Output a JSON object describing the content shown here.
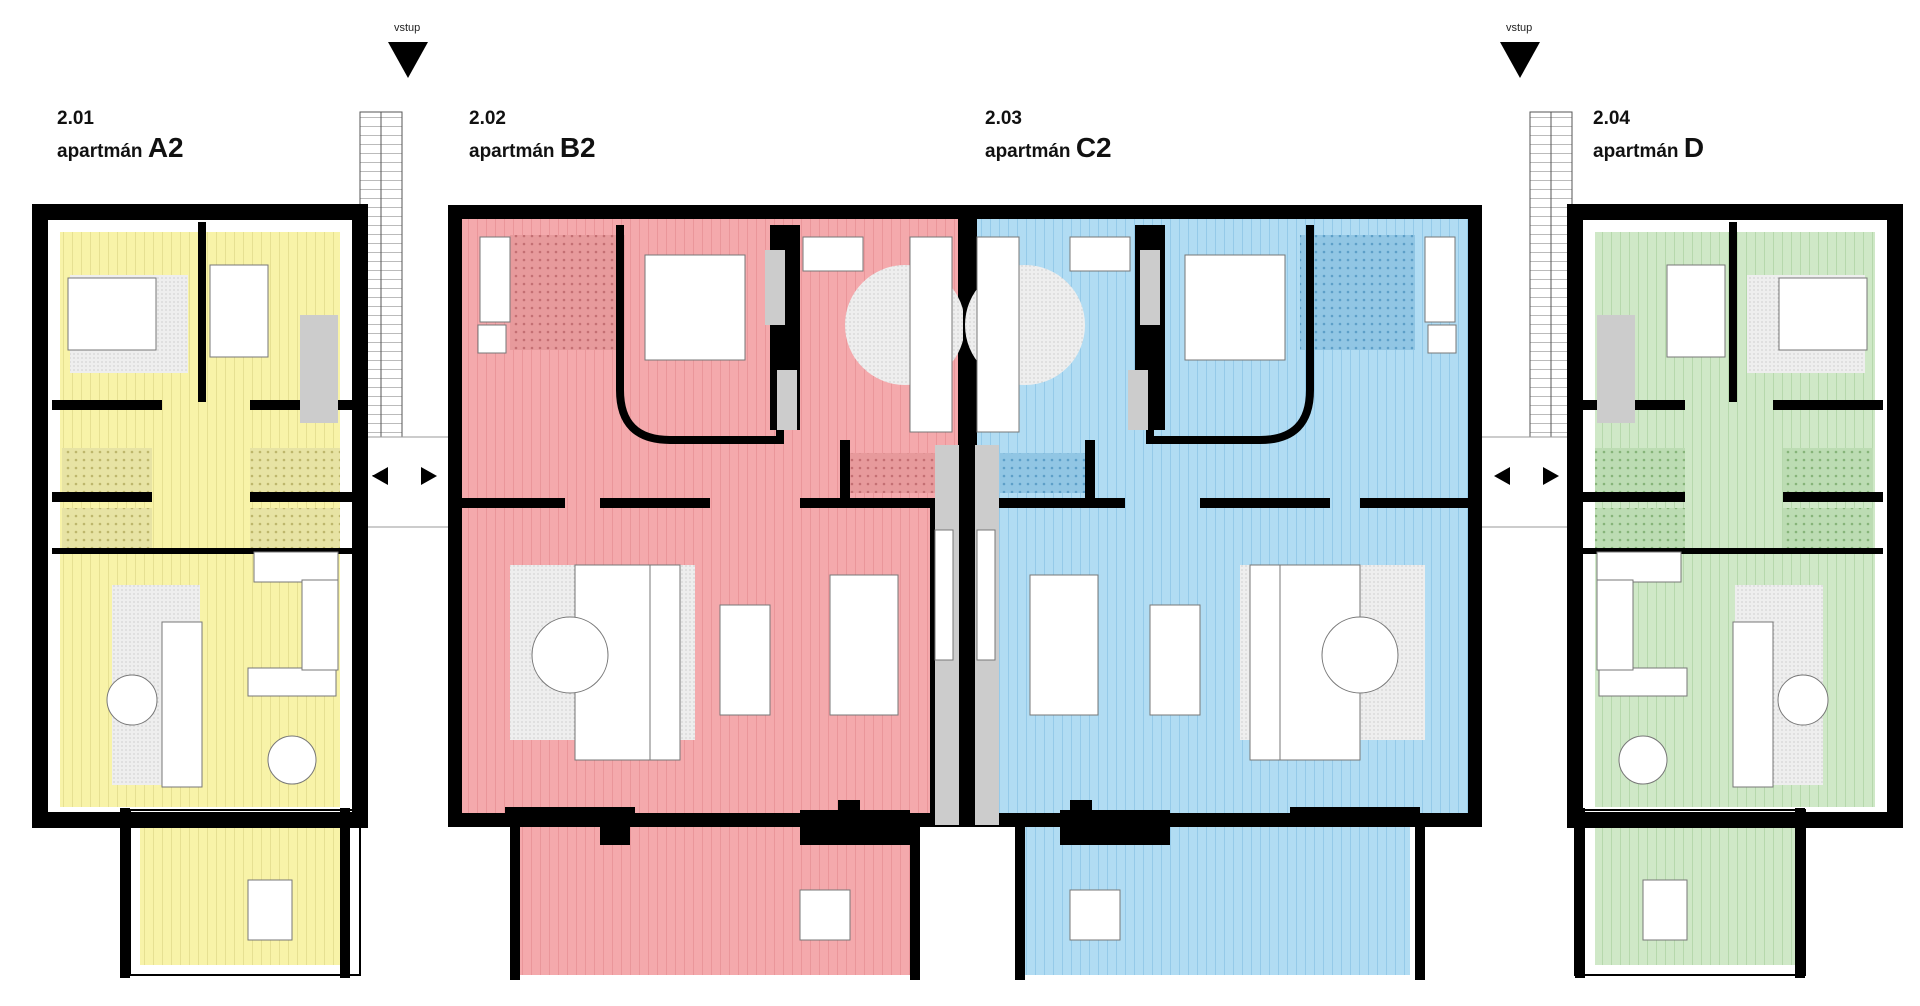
{
  "entrances": [
    {
      "label": "vstup"
    },
    {
      "label": "vstup"
    }
  ],
  "apartments": [
    {
      "number": "2.01",
      "prefix": "apartmán",
      "code": "A2",
      "color": "#f8f3a8"
    },
    {
      "number": "2.02",
      "prefix": "apartmán",
      "code": "B2",
      "color": "#f4a9ac"
    },
    {
      "number": "2.03",
      "prefix": "apartmán",
      "code": "C2",
      "color": "#b1dcf3"
    },
    {
      "number": "2.04",
      "prefix": "apartmán",
      "code": "D",
      "color": "#cfe8c7"
    }
  ],
  "colors": {
    "wall": "#000000",
    "column": "#cccccc",
    "furniture": "#ffffff",
    "hatch": "#dddddd"
  }
}
